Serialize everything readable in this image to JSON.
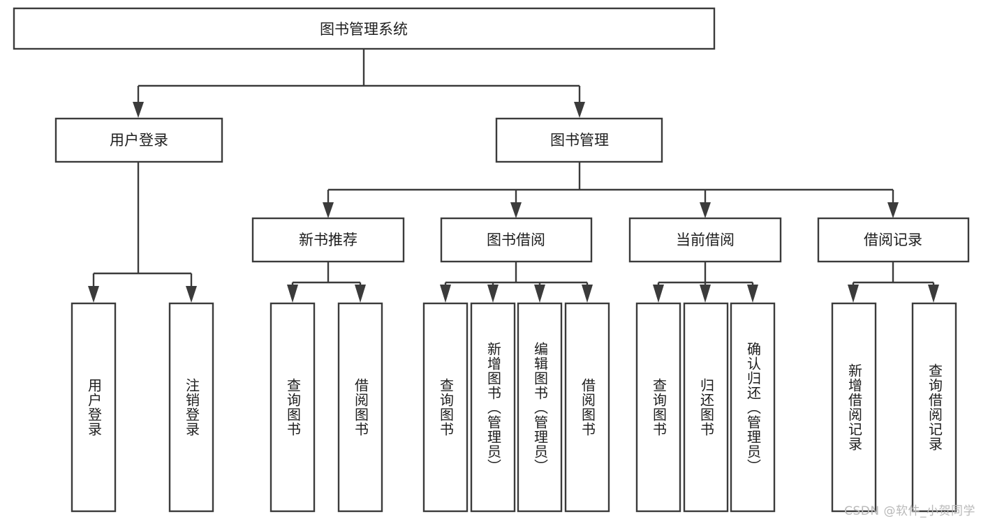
{
  "diagram": {
    "type": "tree",
    "title": "图书管理系统",
    "orientation": "top-down",
    "colors": {
      "box_stroke": "#3b3b3b",
      "box_fill": "#ffffff",
      "text": "#1d1d1d",
      "background": "#ffffff",
      "watermark": "#b9b9b9"
    },
    "root": {
      "label": "图书管理系统"
    },
    "level2": [
      {
        "label": "用户登录"
      },
      {
        "label": "图书管理"
      }
    ],
    "level3": [
      {
        "label": "新书推荐"
      },
      {
        "label": "图书借阅"
      },
      {
        "label": "当前借阅"
      },
      {
        "label": "借阅记录"
      }
    ],
    "leaves": {
      "user_login": [
        {
          "label": "用户登录"
        },
        {
          "label": "注销登录"
        }
      ],
      "new_book_recommend": [
        {
          "label": "查询图书"
        },
        {
          "label": "借阅图书"
        }
      ],
      "book_borrow": [
        {
          "label": "查询图书"
        },
        {
          "label": "新增图书（管理员）"
        },
        {
          "label": "编辑图书（管理员）"
        },
        {
          "label": "借阅图书"
        }
      ],
      "current_borrow": [
        {
          "label": "查询图书"
        },
        {
          "label": "归还图书"
        },
        {
          "label": "确认归还（管理员）"
        }
      ],
      "borrow_record": [
        {
          "label": "新增借阅记录"
        },
        {
          "label": "查询借阅记录"
        }
      ]
    }
  },
  "watermark": {
    "text": "CSDN @软件_小贺同学"
  }
}
